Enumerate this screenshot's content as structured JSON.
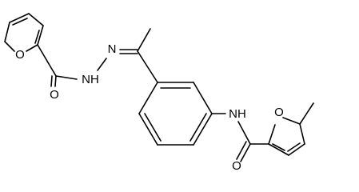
{
  "molecule": {
    "atom_labels": {
      "furan_left_O": "O",
      "carbonyl_left_O": "O",
      "hydrazide_NH": "NH",
      "hydrazone_N": "N",
      "amide_NH": "NH",
      "furan_right_O": "O",
      "carbonyl_right_O": "O"
    }
  },
  "colors": {
    "bond": "#000000",
    "label": "#000000",
    "background": "#ffffff"
  }
}
